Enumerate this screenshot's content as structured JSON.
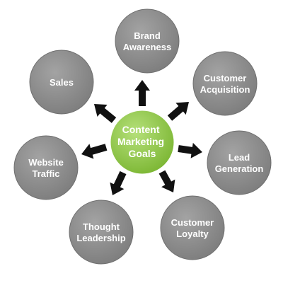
{
  "center": {
    "lines": [
      "Content",
      "Marketing",
      "Goals"
    ],
    "fill": "#8dc63f",
    "stroke": "#ffffff"
  },
  "colors": {
    "node_fill": "#8a8a8a",
    "node_stroke": "#6f6f6f",
    "arrow": "#111111",
    "text": "#ffffff"
  },
  "goals": [
    {
      "id": "brand-awareness",
      "lines": [
        "Brand",
        "Awareness"
      ]
    },
    {
      "id": "customer-acquisition",
      "lines": [
        "Customer",
        "Acquisition"
      ]
    },
    {
      "id": "lead-generation",
      "lines": [
        "Lead",
        "Generation"
      ]
    },
    {
      "id": "customer-loyalty",
      "lines": [
        "Customer",
        "Loyalty"
      ]
    },
    {
      "id": "thought-leadership",
      "lines": [
        "Thought",
        "Leadership"
      ]
    },
    {
      "id": "website-traffic",
      "lines": [
        "Website",
        "Traffic"
      ]
    },
    {
      "id": "sales",
      "lines": [
        "Sales"
      ]
    }
  ]
}
